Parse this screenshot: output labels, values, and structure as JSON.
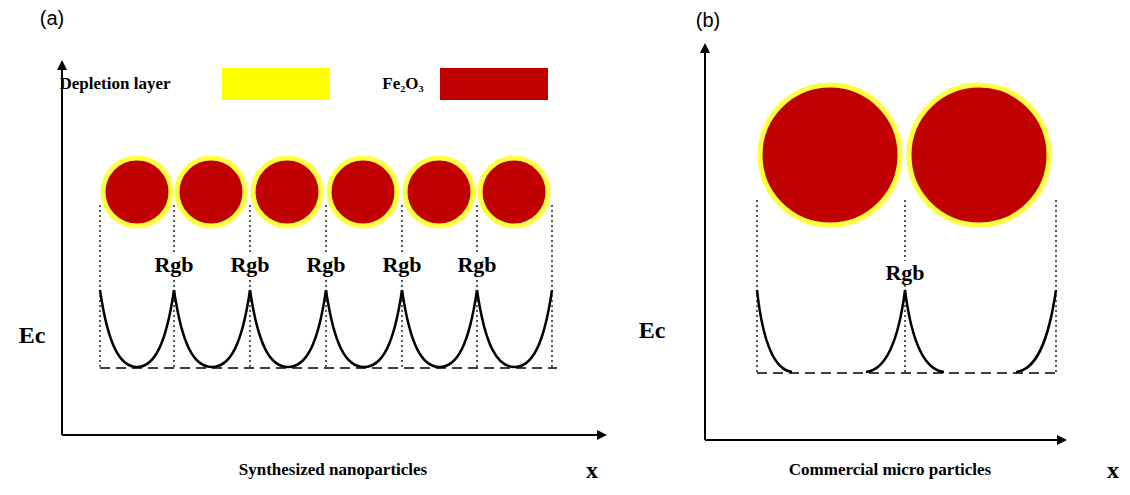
{
  "diagram": {
    "labels": [
      "(a)",
      "(b)",
      "Ec",
      "Rgb",
      "Rgb",
      "Rgb",
      "Rgb",
      "Rgb",
      "x",
      "Synthesized nanoparticles",
      "Ec",
      "Rgb",
      "x",
      "Commercial micro particles"
    ],
    "legend": [
      {
        "text": "Depletion layer",
        "color": "#ffff00"
      },
      {
        "text": "Fe₂O₃",
        "color": "#c00000"
      }
    ]
  }
}
